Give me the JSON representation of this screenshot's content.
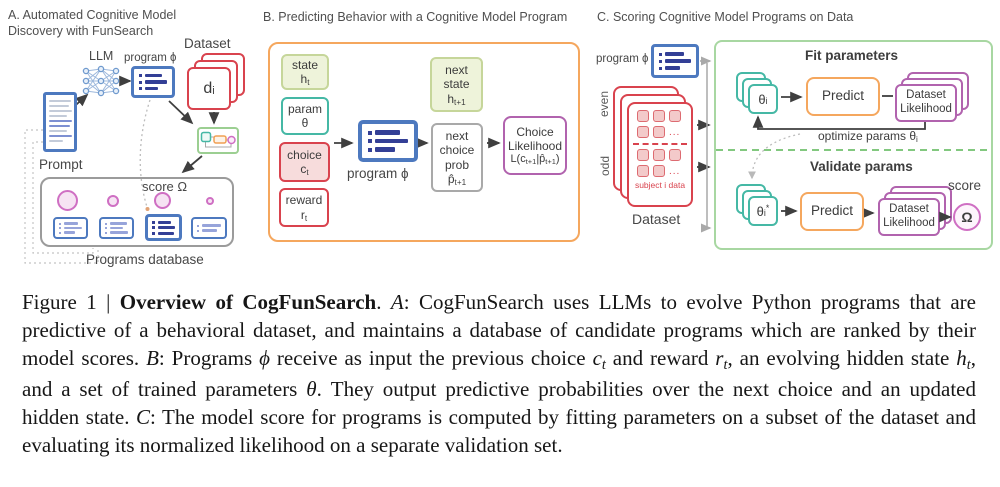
{
  "palette": {
    "blue": "#4d79bf",
    "navy": "#333f96",
    "lblue": "#8fb3dd",
    "red": "#d9434e",
    "redfill": "#f5d6d6",
    "teal": "#45b8a5",
    "green": "#a8d7a2",
    "pgreenf": "#eef3da",
    "pgreenb": "#c6d69a",
    "orange": "#f5a75e",
    "purple": "#b163ae",
    "pink": "#cf6fc3",
    "pinkfill": "#f6e3f3",
    "gray": "#9b9b9b",
    "txt": "#474747",
    "cap": "#161616"
  },
  "panelA": {
    "title1": "A. Automated Cognitive Model",
    "title2": "Discovery with FunSearch",
    "llm": "LLM",
    "program": "program ϕ",
    "dataset": "Dataset",
    "dataset_card": [
      {
        "t": "d"
      },
      {
        "t": "i",
        "s": "sub"
      }
    ],
    "prompt": "Prompt",
    "score": "score Ω",
    "database": "Programs database"
  },
  "panelB": {
    "title": "B. Predicting Behavior with a Cognitive Model Program",
    "state": {
      "l1": "state",
      "sym": [
        {
          "t": "h"
        },
        {
          "t": "t",
          "s": "sub"
        }
      ]
    },
    "param": {
      "l1": "param",
      "sym": [
        {
          "t": "θ"
        }
      ]
    },
    "choice": {
      "l1": "choice",
      "sym": [
        {
          "t": "c"
        },
        {
          "t": "t",
          "s": "sub"
        }
      ]
    },
    "reward": {
      "l1": "reward",
      "sym": [
        {
          "t": "r"
        },
        {
          "t": "t",
          "s": "sub"
        }
      ]
    },
    "program": "program ϕ",
    "next_state": {
      "l1": "next",
      "l2": "state",
      "sym": [
        {
          "t": "h"
        },
        {
          "t": "t+1",
          "s": "sub"
        }
      ]
    },
    "next_choice": {
      "l1": "next",
      "l2": "choice",
      "l3": "prob",
      "sym": [
        {
          "t": "p̂"
        },
        {
          "t": "t+1",
          "s": "sub"
        }
      ]
    },
    "likelihood": {
      "l1": "Choice",
      "l2": "Likelihood",
      "sym": [
        {
          "t": "L(c"
        },
        {
          "t": "t+1",
          "s": "sub"
        },
        {
          "t": "|p̂"
        },
        {
          "t": "t+1",
          "s": "sub"
        },
        {
          "t": ")"
        }
      ]
    }
  },
  "panelC": {
    "title": "C. Scoring Cognitive Model Programs on Data",
    "program": "program ϕ",
    "even": "even",
    "odd": "odd",
    "dots": "...",
    "subject": "subject i data",
    "dataset": "Dataset",
    "fit_title": "Fit parameters",
    "fit_theta": [
      {
        "t": "θ"
      },
      {
        "t": "i",
        "s": "sub"
      }
    ],
    "fit_predict": "Predict",
    "lik1": "Dataset",
    "lik2": "Likelihood",
    "optimize": [
      {
        "t": "optimize params θ"
      },
      {
        "t": "i",
        "s": "sub"
      }
    ],
    "val_title": "Validate params",
    "val_theta": [
      {
        "t": "θ"
      },
      {
        "t": "i",
        "s": "sub"
      },
      {
        "t": "*",
        "s": "sup"
      }
    ],
    "val_predict": "Predict",
    "score": "score",
    "omega": "Ω"
  },
  "caption": {
    "segments": [
      {
        "t": "Figure 1 | "
      },
      {
        "t": "Overview of CogFunSearch",
        "s": "b"
      },
      {
        "t": ". "
      },
      {
        "t": "A",
        "s": "i"
      },
      {
        "t": ": CogFunSearch uses LLMs to evolve Python programs that are predictive of a behavioral dataset, and maintains a database of candidate programs which are ranked by their model scores. "
      },
      {
        "t": "B",
        "s": "i"
      },
      {
        "t": ": Programs "
      },
      {
        "t": "ϕ",
        "s": "i"
      },
      {
        "t": " receive as input the previous choice "
      },
      {
        "t": "c",
        "s": "i"
      },
      {
        "t": "t",
        "s": "i sub"
      },
      {
        "t": " and reward "
      },
      {
        "t": "r",
        "s": "i"
      },
      {
        "t": "t",
        "s": "i sub"
      },
      {
        "t": ", an evolving hidden state "
      },
      {
        "t": "h",
        "s": "i"
      },
      {
        "t": "t",
        "s": "i sub"
      },
      {
        "t": ", and a set of trained parameters "
      },
      {
        "t": "θ",
        "s": "i"
      },
      {
        "t": ". They output predictive probabilities over the next choice and an updated hidden state. "
      },
      {
        "t": "C",
        "s": "i"
      },
      {
        "t": ": The model score for programs is computed by fitting parameters on a subset of the dataset and evaluating its normalized likelihood on a separate validation set."
      }
    ]
  }
}
